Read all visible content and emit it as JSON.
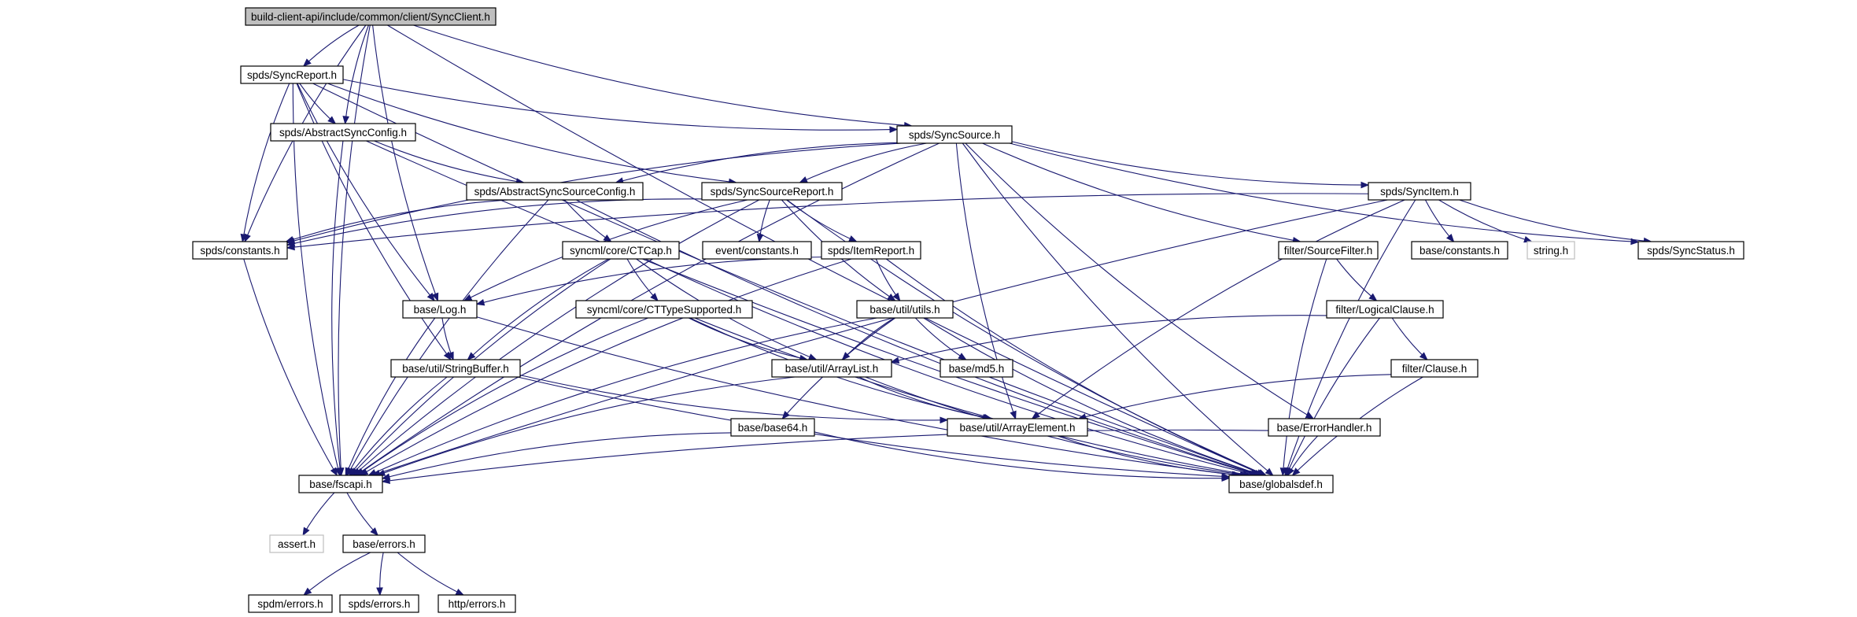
{
  "graph": {
    "nodes": [
      {
        "id": "root",
        "label": "build-client-api/include/common/client/SyncClient.h",
        "style": "root"
      },
      {
        "id": "syncreport",
        "label": "spds/SyncReport.h",
        "style": "normal"
      },
      {
        "id": "abssyncconfig",
        "label": "spds/AbstractSyncConfig.h",
        "style": "normal"
      },
      {
        "id": "syncsource",
        "label": "spds/SyncSource.h",
        "style": "normal"
      },
      {
        "id": "abssrcconfig",
        "label": "spds/AbstractSyncSourceConfig.h",
        "style": "normal"
      },
      {
        "id": "srcreport",
        "label": "spds/SyncSourceReport.h",
        "style": "normal"
      },
      {
        "id": "syncitem",
        "label": "spds/SyncItem.h",
        "style": "normal"
      },
      {
        "id": "constants",
        "label": "spds/constants.h",
        "style": "normal"
      },
      {
        "id": "ctcap",
        "label": "syncml/core/CTCap.h",
        "style": "normal"
      },
      {
        "id": "evconst",
        "label": "event/constants.h",
        "style": "normal"
      },
      {
        "id": "itemreport",
        "label": "spds/ItemReport.h",
        "style": "normal"
      },
      {
        "id": "srcfilter",
        "label": "filter/SourceFilter.h",
        "style": "normal"
      },
      {
        "id": "baseconst",
        "label": "base/constants.h",
        "style": "normal"
      },
      {
        "id": "stringh",
        "label": "string.h",
        "style": "missing"
      },
      {
        "id": "syncstatus",
        "label": "spds/SyncStatus.h",
        "style": "normal"
      },
      {
        "id": "log",
        "label": "base/Log.h",
        "style": "normal"
      },
      {
        "id": "cttype",
        "label": "syncml/core/CTTypeSupported.h",
        "style": "normal"
      },
      {
        "id": "utils",
        "label": "base/util/utils.h",
        "style": "normal"
      },
      {
        "id": "logclause",
        "label": "filter/LogicalClause.h",
        "style": "normal"
      },
      {
        "id": "strbuf",
        "label": "base/util/StringBuffer.h",
        "style": "normal"
      },
      {
        "id": "arraylist",
        "label": "base/util/ArrayList.h",
        "style": "normal"
      },
      {
        "id": "md5",
        "label": "base/md5.h",
        "style": "normal"
      },
      {
        "id": "clause",
        "label": "filter/Clause.h",
        "style": "normal"
      },
      {
        "id": "base64",
        "label": "base/base64.h",
        "style": "normal"
      },
      {
        "id": "arrayelem",
        "label": "base/util/ArrayElement.h",
        "style": "normal"
      },
      {
        "id": "errhandler",
        "label": "base/ErrorHandler.h",
        "style": "normal"
      },
      {
        "id": "fscapi",
        "label": "base/fscapi.h",
        "style": "normal"
      },
      {
        "id": "globalsdef",
        "label": "base/globalsdef.h",
        "style": "normal"
      },
      {
        "id": "asserth",
        "label": "assert.h",
        "style": "missing"
      },
      {
        "id": "baseerrors",
        "label": "base/errors.h",
        "style": "normal"
      },
      {
        "id": "spdmerrors",
        "label": "spdm/errors.h",
        "style": "normal"
      },
      {
        "id": "spdserrors",
        "label": "spds/errors.h",
        "style": "normal"
      },
      {
        "id": "httperrors",
        "label": "http/errors.h",
        "style": "normal"
      }
    ],
    "edges": [
      [
        "root",
        "syncreport"
      ],
      [
        "root",
        "abssyncconfig"
      ],
      [
        "root",
        "syncsource"
      ],
      [
        "root",
        "constants"
      ],
      [
        "root",
        "log"
      ],
      [
        "root",
        "fscapi"
      ],
      [
        "root",
        "globalsdef"
      ],
      [
        "syncreport",
        "abssyncconfig"
      ],
      [
        "syncreport",
        "syncsource"
      ],
      [
        "syncreport",
        "srcreport"
      ],
      [
        "syncreport",
        "constants"
      ],
      [
        "syncreport",
        "log"
      ],
      [
        "syncreport",
        "strbuf"
      ],
      [
        "syncreport",
        "fscapi"
      ],
      [
        "syncreport",
        "globalsdef"
      ],
      [
        "abssyncconfig",
        "abssrcconfig"
      ],
      [
        "abssyncconfig",
        "fscapi"
      ],
      [
        "abssyncconfig",
        "globalsdef"
      ],
      [
        "syncsource",
        "abssrcconfig"
      ],
      [
        "syncsource",
        "srcreport"
      ],
      [
        "syncsource",
        "syncitem"
      ],
      [
        "syncsource",
        "constants"
      ],
      [
        "syncsource",
        "srcfilter"
      ],
      [
        "syncsource",
        "syncstatus"
      ],
      [
        "syncsource",
        "arrayelem"
      ],
      [
        "syncsource",
        "errhandler"
      ],
      [
        "syncsource",
        "fscapi"
      ],
      [
        "syncsource",
        "globalsdef"
      ],
      [
        "abssrcconfig",
        "constants"
      ],
      [
        "abssrcconfig",
        "ctcap"
      ],
      [
        "abssrcconfig",
        "fscapi"
      ],
      [
        "abssrcconfig",
        "globalsdef"
      ],
      [
        "srcreport",
        "constants"
      ],
      [
        "srcreport",
        "evconst"
      ],
      [
        "srcreport",
        "itemreport"
      ],
      [
        "srcreport",
        "log"
      ],
      [
        "srcreport",
        "utils"
      ],
      [
        "srcreport",
        "fscapi"
      ],
      [
        "srcreport",
        "globalsdef"
      ],
      [
        "syncitem",
        "constants"
      ],
      [
        "syncitem",
        "baseconst"
      ],
      [
        "syncitem",
        "stringh"
      ],
      [
        "syncitem",
        "syncstatus"
      ],
      [
        "syncitem",
        "arrayelem"
      ],
      [
        "syncitem",
        "fscapi"
      ],
      [
        "syncitem",
        "globalsdef"
      ],
      [
        "constants",
        "fscapi"
      ],
      [
        "ctcap",
        "cttype"
      ],
      [
        "ctcap",
        "strbuf"
      ],
      [
        "ctcap",
        "arraylist"
      ],
      [
        "ctcap",
        "fscapi"
      ],
      [
        "ctcap",
        "globalsdef"
      ],
      [
        "itemreport",
        "log"
      ],
      [
        "itemreport",
        "utils"
      ],
      [
        "itemreport",
        "fscapi"
      ],
      [
        "itemreport",
        "globalsdef"
      ],
      [
        "srcfilter",
        "logclause"
      ],
      [
        "srcfilter",
        "globalsdef"
      ],
      [
        "log",
        "strbuf"
      ],
      [
        "log",
        "fscapi"
      ],
      [
        "log",
        "globalsdef"
      ],
      [
        "cttype",
        "arraylist"
      ],
      [
        "cttype",
        "arrayelem"
      ],
      [
        "cttype",
        "fscapi"
      ],
      [
        "cttype",
        "globalsdef"
      ],
      [
        "utils",
        "arraylist"
      ],
      [
        "utils",
        "md5"
      ],
      [
        "utils",
        "base64"
      ],
      [
        "utils",
        "fscapi"
      ],
      [
        "utils",
        "globalsdef"
      ],
      [
        "logclause",
        "clause"
      ],
      [
        "logclause",
        "arraylist"
      ],
      [
        "logclause",
        "globalsdef"
      ],
      [
        "strbuf",
        "arrayelem"
      ],
      [
        "strbuf",
        "fscapi"
      ],
      [
        "strbuf",
        "globalsdef"
      ],
      [
        "arraylist",
        "arrayelem"
      ],
      [
        "arraylist",
        "fscapi"
      ],
      [
        "arraylist",
        "globalsdef"
      ],
      [
        "clause",
        "arrayelem"
      ],
      [
        "clause",
        "globalsdef"
      ],
      [
        "base64",
        "fscapi"
      ],
      [
        "base64",
        "globalsdef"
      ],
      [
        "arrayelem",
        "globalsdef"
      ],
      [
        "errhandler",
        "fscapi"
      ],
      [
        "errhandler",
        "globalsdef"
      ],
      [
        "fscapi",
        "asserth"
      ],
      [
        "fscapi",
        "baseerrors"
      ],
      [
        "baseerrors",
        "spdmerrors"
      ],
      [
        "baseerrors",
        "spdserrors"
      ],
      [
        "baseerrors",
        "httperrors"
      ]
    ]
  }
}
